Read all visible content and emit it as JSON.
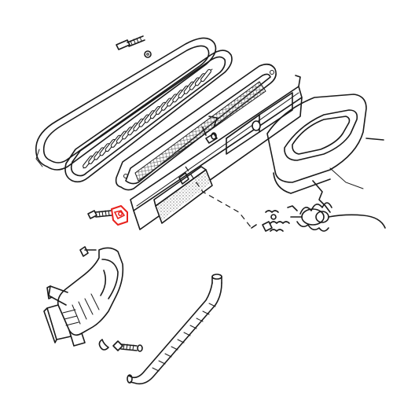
{
  "diagram": {
    "highlight_color": "#e8231e",
    "line_color": "#1a1a1a",
    "background": "#ffffff"
  },
  "parts": [
    {
      "name": "screw-top"
    },
    {
      "name": "outer-frame"
    },
    {
      "name": "louvered-vent-grille"
    },
    {
      "name": "filter-frame"
    },
    {
      "name": "flap-door"
    },
    {
      "name": "foam-filter-pad"
    },
    {
      "name": "vent-housing"
    },
    {
      "name": "small-bolt"
    },
    {
      "name": "clip-nut-highlighted"
    },
    {
      "name": "cable-spring"
    },
    {
      "name": "control-cable"
    },
    {
      "name": "air-duct"
    },
    {
      "name": "duct-screw"
    },
    {
      "name": "bent-tube"
    }
  ]
}
